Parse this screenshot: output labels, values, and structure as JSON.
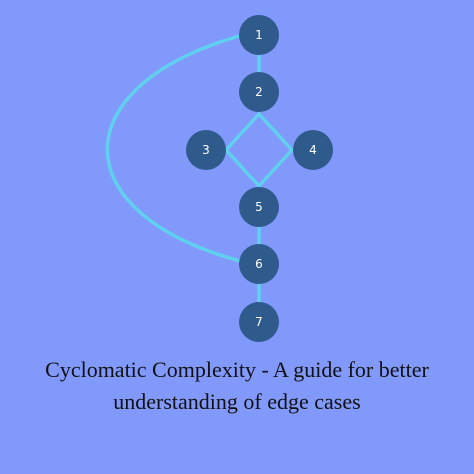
{
  "diagram": {
    "nodes": [
      {
        "id": "n1",
        "label": "1"
      },
      {
        "id": "n2",
        "label": "2"
      },
      {
        "id": "n3",
        "label": "3"
      },
      {
        "id": "n4",
        "label": "4"
      },
      {
        "id": "n5",
        "label": "5"
      },
      {
        "id": "n6",
        "label": "6"
      },
      {
        "id": "n7",
        "label": "7"
      }
    ],
    "edges": [
      {
        "from": "1",
        "to": "2"
      },
      {
        "from": "2",
        "to": "3"
      },
      {
        "from": "2",
        "to": "4"
      },
      {
        "from": "3",
        "to": "5"
      },
      {
        "from": "4",
        "to": "5"
      },
      {
        "from": "5",
        "to": "6"
      },
      {
        "from": "6",
        "to": "7"
      },
      {
        "from": "6",
        "to": "1"
      }
    ],
    "colors": {
      "background": "#8299fc",
      "node": "#2e5a8c",
      "edge": "#5fd0ee",
      "label": "#ffffff"
    }
  },
  "caption": {
    "line1": "Cyclomatic Complexity - A guide for better",
    "line2": "understanding of edge cases"
  }
}
